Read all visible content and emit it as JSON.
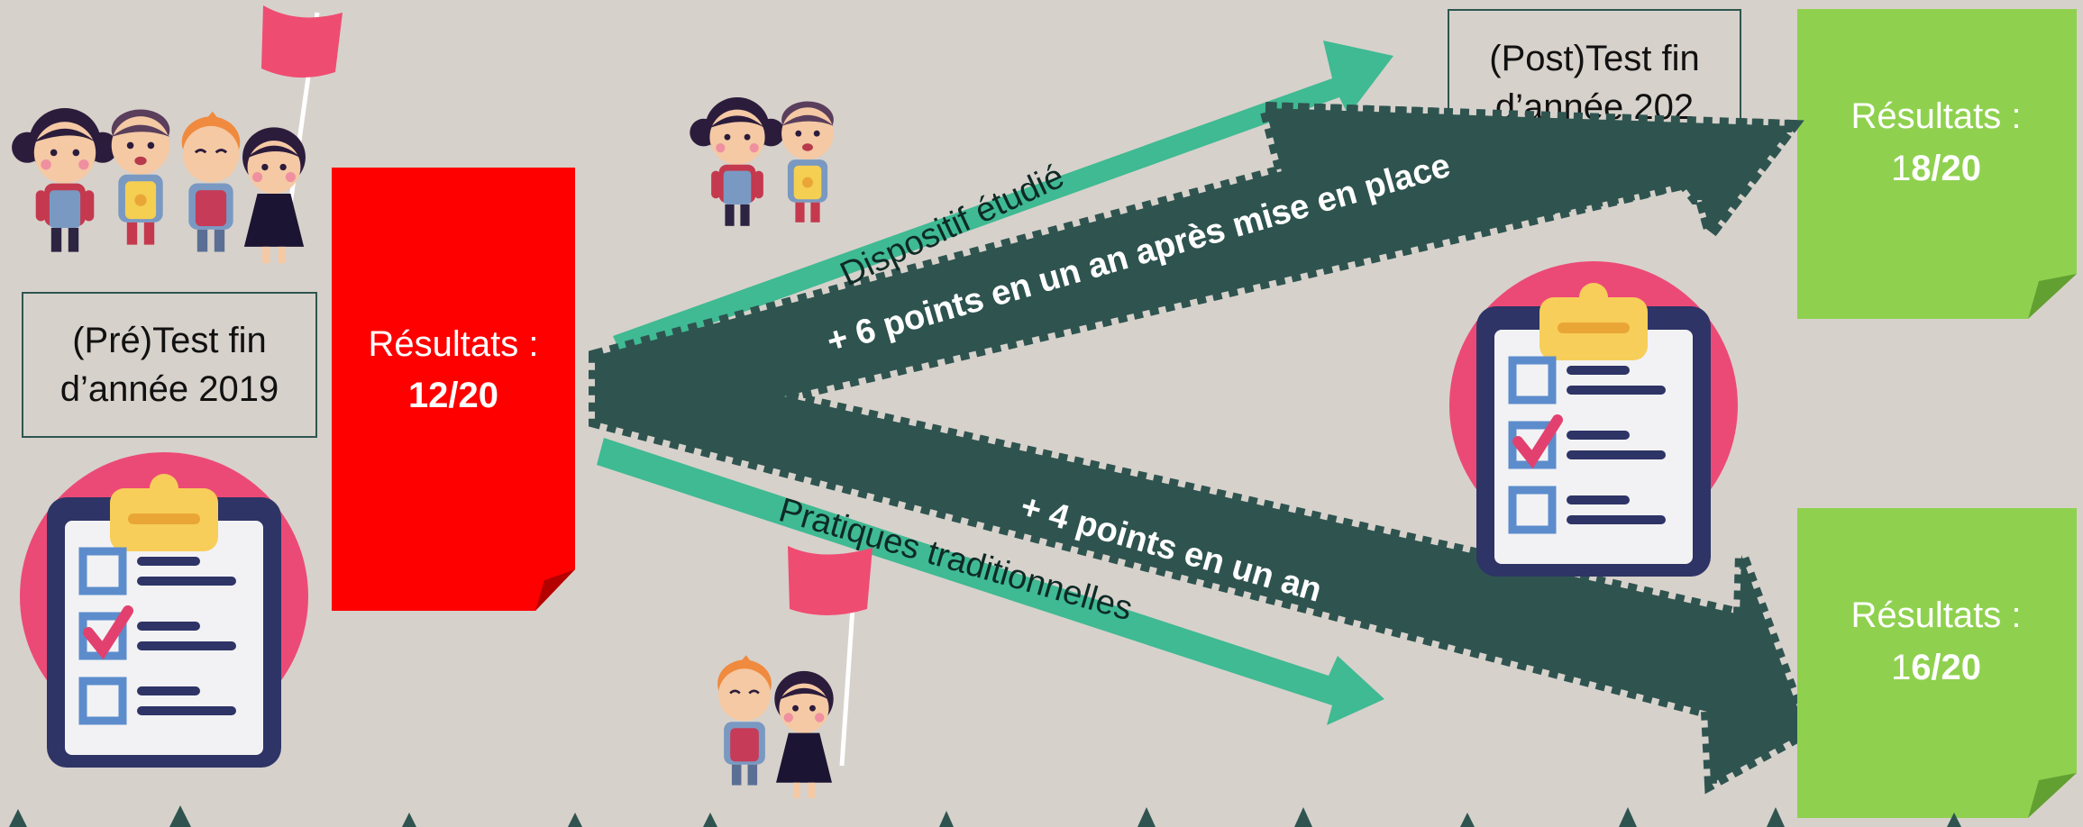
{
  "pretest": {
    "line1": "(Pré)Test fin",
    "line2": "d’année 2019"
  },
  "posttest": {
    "line1": "(Post)Test fin",
    "line2": "d’année 202"
  },
  "result_initial": {
    "label": "Résultats :",
    "value": "12/20"
  },
  "result_studied": {
    "label": "Résultats :",
    "value_prefix": "1",
    "value_bold": "8/20"
  },
  "result_traditional": {
    "label": "Résultats :",
    "value_prefix": "1",
    "value_bold": "6/20"
  },
  "arrows": {
    "studied": "Dispositif étudié",
    "traditional": "Pratiques traditionnelles",
    "gain_studied": "+ 6 points en un an après mise en place",
    "gain_traditional": "+ 4 points en un an"
  },
  "colors": {
    "background": "#d7d1cb",
    "initial_result": "#ff0000",
    "final_result": "#8fd14f",
    "teal_arrow": "#3fba93",
    "dark_arrow": "#2f5450",
    "clipboard_circle": "#ec4a76",
    "flag": "#ef4c72"
  },
  "icons": [
    "kids-group-icon",
    "kids-pair-icon",
    "kids-pair-flag-icon",
    "clipboard-checklist-icon",
    "flag-icon",
    "tree-silhouette-icon"
  ]
}
